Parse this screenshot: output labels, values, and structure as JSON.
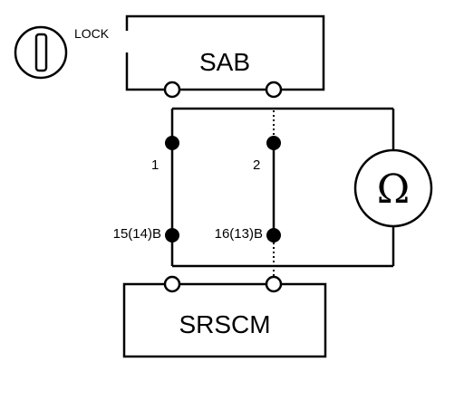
{
  "lock_label": "LOCK",
  "sab": {
    "label": "SAB"
  },
  "srscm": {
    "label": "SRSCM"
  },
  "meter": {
    "symbol": "Ω"
  },
  "pins": {
    "top_left": "1",
    "top_right": "2",
    "bottom_left": "15(14)B",
    "bottom_right": "16(13)B"
  },
  "colors": {
    "line": "#000000",
    "background": "#ffffff"
  },
  "icons": {
    "key": "ignition-key-icon",
    "meter": "ohmmeter-icon"
  }
}
